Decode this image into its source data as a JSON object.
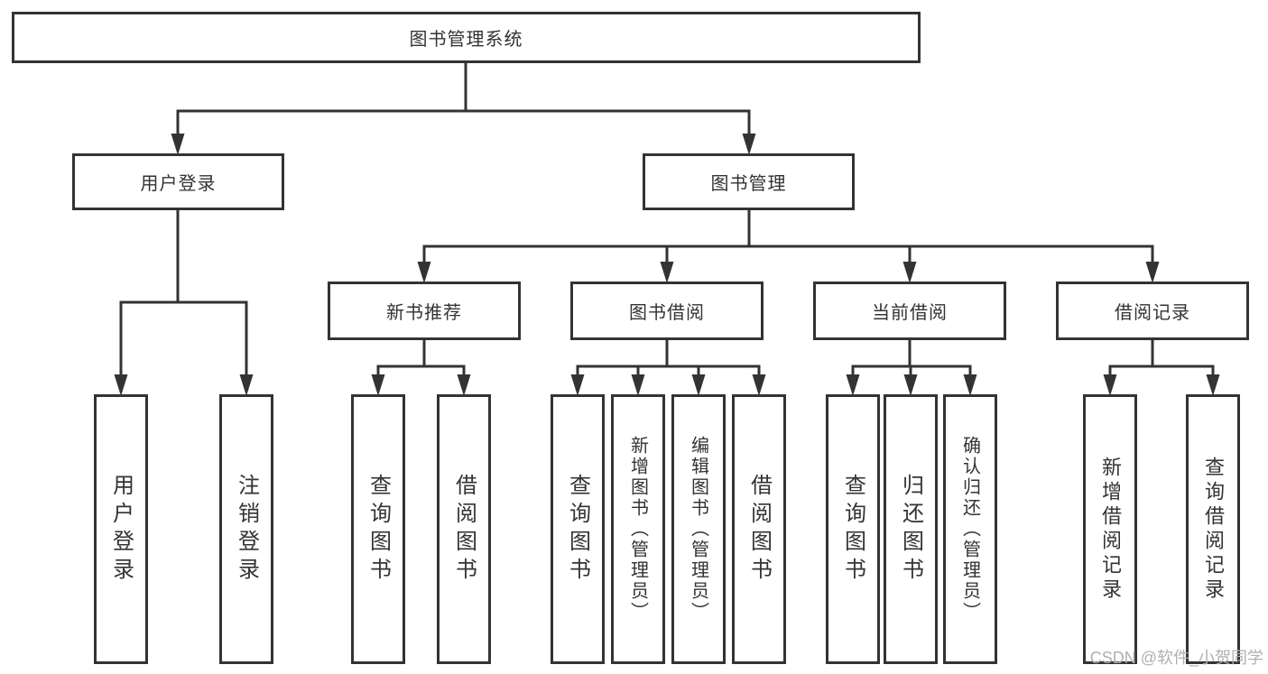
{
  "diagram": {
    "title": "图书管理系统",
    "watermark": "CSDN @软件_小贺同学",
    "colors": {
      "line": "#333333",
      "box_border": "#333333",
      "text": "#333333",
      "watermark_text": "#b0b0b0",
      "background": "#ffffff"
    },
    "nodes": {
      "root": {
        "label": "图书管理系统"
      },
      "user_login": {
        "label": "用户登录"
      },
      "book_management": {
        "label": "图书管理"
      },
      "new_book_recommend": {
        "label": "新书推荐"
      },
      "book_borrow": {
        "label": "图书借阅"
      },
      "current_borrow": {
        "label": "当前借阅"
      },
      "borrow_records": {
        "label": "借阅记录"
      },
      "leaf_user_login": {
        "label": "用户登录"
      },
      "leaf_logout": {
        "label": "注销登录"
      },
      "leaf_rec_query_books": {
        "label": "查询图书"
      },
      "leaf_rec_borrow_books": {
        "label": "借阅图书"
      },
      "leaf_bor_query_books": {
        "label": "查询图书"
      },
      "leaf_bor_add_books": {
        "label": "新增图书（管理员）"
      },
      "leaf_bor_edit_books": {
        "label": "编辑图书（管理员）"
      },
      "leaf_bor_borrow_books": {
        "label": "借阅图书"
      },
      "leaf_cur_query_books": {
        "label": "查询图书"
      },
      "leaf_cur_return_books": {
        "label": "归还图书"
      },
      "leaf_cur_confirm_return": {
        "label": "确认归还（管理员）"
      },
      "leaf_records_add": {
        "label": "新增借阅记录"
      },
      "leaf_records_query": {
        "label": "查询借阅记录"
      }
    },
    "hierarchy": {
      "root": "图书管理系统",
      "children": [
        {
          "label": "用户登录",
          "children": [
            "用户登录",
            "注销登录"
          ]
        },
        {
          "label": "图书管理",
          "children": [
            {
              "label": "新书推荐",
              "children": [
                "查询图书",
                "借阅图书"
              ]
            },
            {
              "label": "图书借阅",
              "children": [
                "查询图书",
                "新增图书（管理员）",
                "编辑图书（管理员）",
                "借阅图书"
              ]
            },
            {
              "label": "当前借阅",
              "children": [
                "查询图书",
                "归还图书",
                "确认归还（管理员）"
              ]
            },
            {
              "label": "借阅记录",
              "children": [
                "新增借阅记录",
                "查询借阅记录"
              ]
            }
          ]
        }
      ]
    }
  }
}
